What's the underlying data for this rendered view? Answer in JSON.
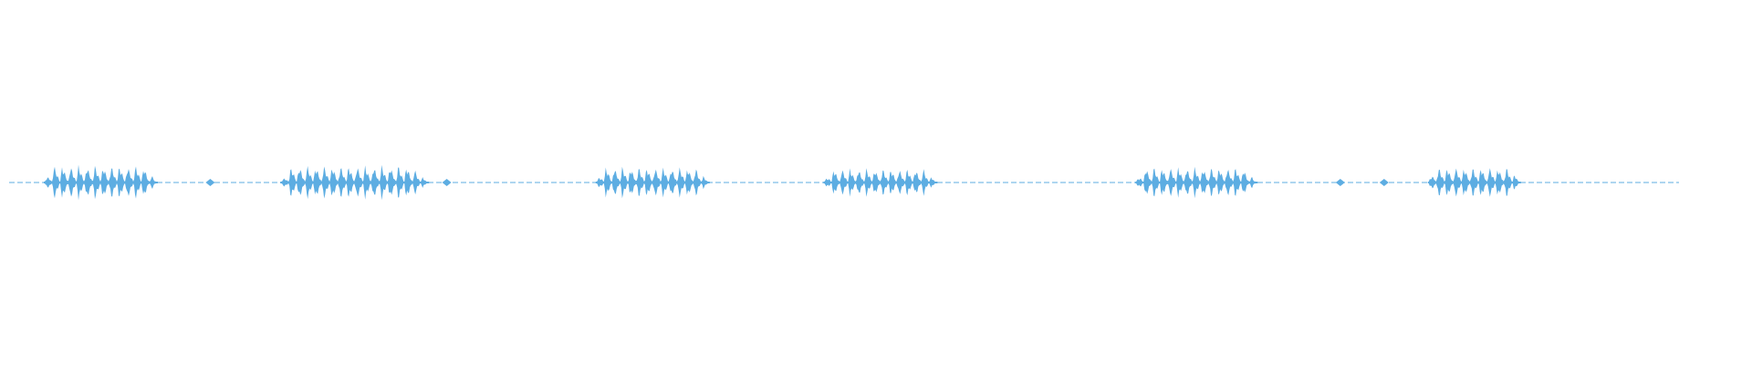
{
  "waveform": {
    "color": "#5dade2",
    "background": "#ffffff",
    "duration_fraction_with_audio": 0.955,
    "bursts": [
      {
        "start": 0.025,
        "end": 0.09,
        "amplitude": 0.55
      },
      {
        "start": 0.16,
        "end": 0.245,
        "amplitude": 0.55
      },
      {
        "start": 0.34,
        "end": 0.405,
        "amplitude": 0.5
      },
      {
        "start": 0.47,
        "end": 0.535,
        "amplitude": 0.45
      },
      {
        "start": 0.648,
        "end": 0.718,
        "amplitude": 0.5
      },
      {
        "start": 0.815,
        "end": 0.868,
        "amplitude": 0.5
      }
    ]
  }
}
